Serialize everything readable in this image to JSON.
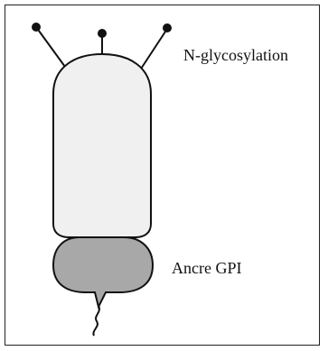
{
  "labels": {
    "glycosylation": "N-glycosylation",
    "gpi_anchor": "Ancre GPI"
  },
  "colors": {
    "protein_body": "#f0f0f0",
    "protein_stroke": "#111111",
    "gpi_domain": "#a8a8a8",
    "glycan_dot": "#111111"
  },
  "glycan_chain_count": 3
}
